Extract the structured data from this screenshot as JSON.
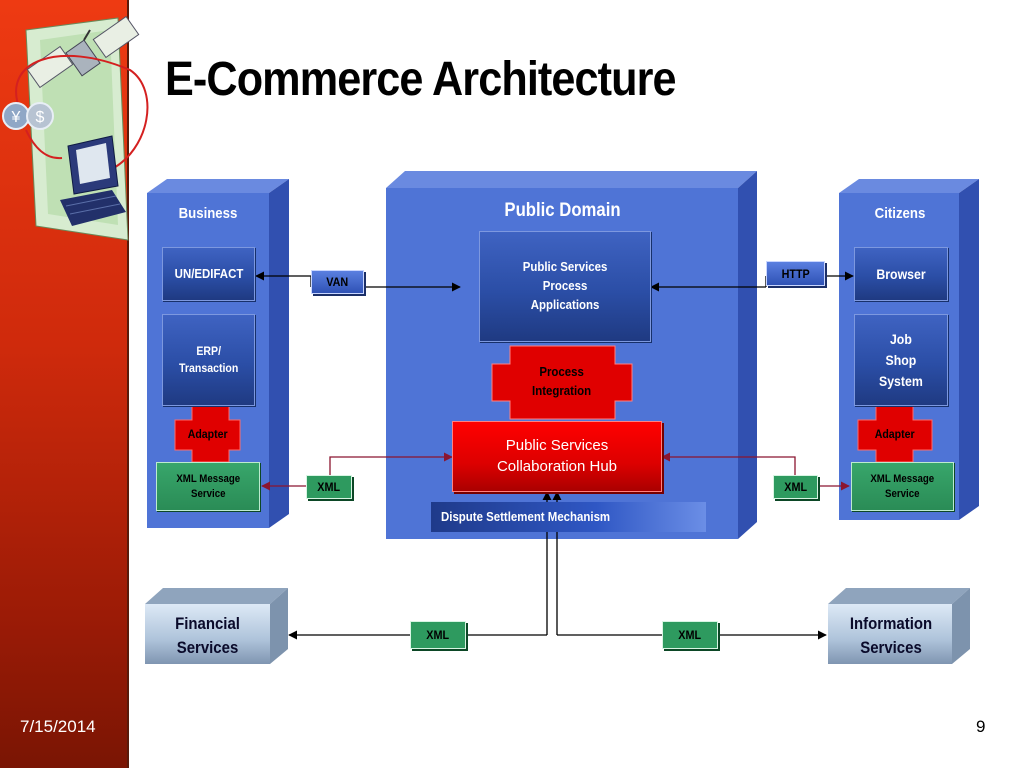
{
  "slide": {
    "title": "E-Commerce Architecture",
    "date": "7/15/2014",
    "page_number": "9"
  },
  "business": {
    "label": "Business",
    "edifact": "UN/EDIFACT",
    "erp": "ERP/\nTransaction",
    "adapter": "Adapter",
    "xml_service": "XML Message\nService"
  },
  "public_domain": {
    "label": "Public Domain",
    "applications": "Public Services\nProcess\nApplications",
    "integration": "Process\nIntegration",
    "hub": "Public Services\nCollaboration Hub",
    "dispute": "Dispute Settlement Mechanism"
  },
  "citizens": {
    "label": "Citizens",
    "browser": "Browser",
    "job_shop": "Job\nShop\nSystem",
    "adapter": "Adapter",
    "xml_service": "XML Message\nService"
  },
  "connectors": {
    "van": "VAN",
    "http": "HTTP",
    "xml_left": "XML",
    "xml_right": "XML",
    "xml_bottom_left": "XML",
    "xml_bottom_right": "XML"
  },
  "external": {
    "financial": "Financial\nServices",
    "information": "Information\nServices"
  },
  "colors": {
    "sidebar": "#d92f0e",
    "panel_blue": "#4a6fd0",
    "hub_red": "#e00000",
    "xml_green": "#2e9a5f"
  },
  "icons": [
    "satellite-icon",
    "computer-icon",
    "currency-icon"
  ]
}
